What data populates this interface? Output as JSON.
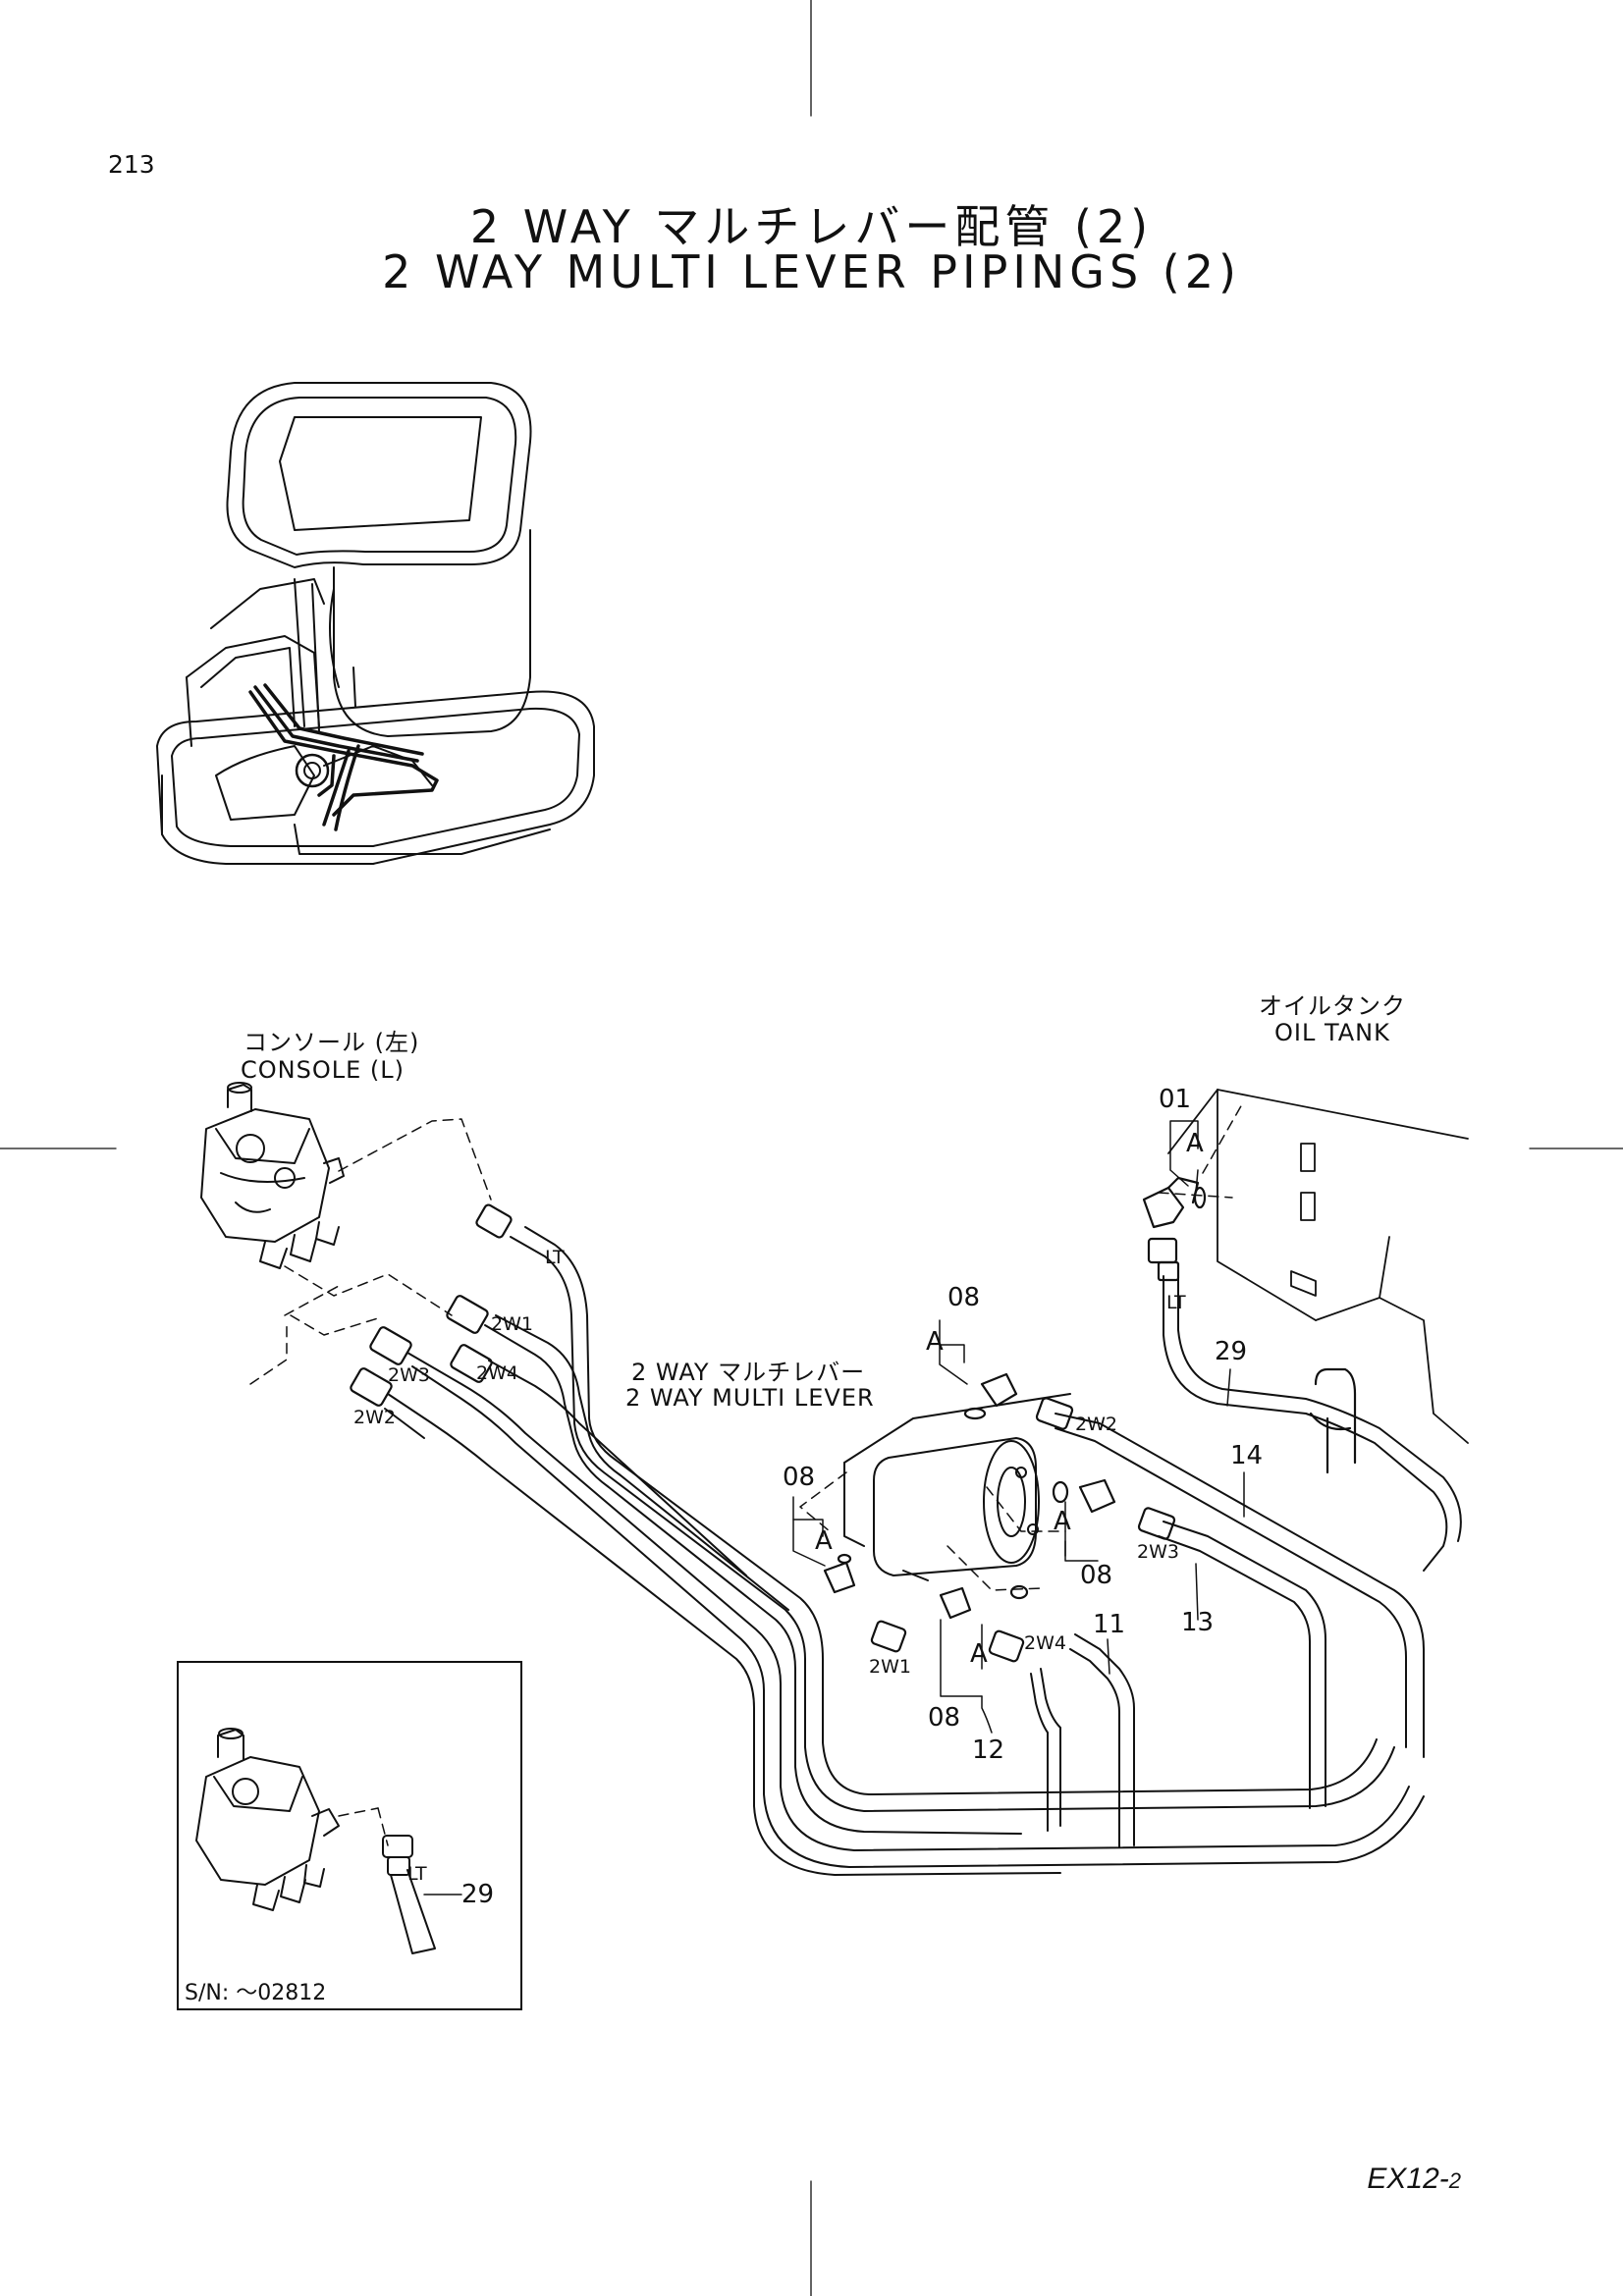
{
  "page_number": "213",
  "title_jp": "2 WAY マルチレバー配管 (2)",
  "title_en": "2 WAY MULTI LEVER PIPINGS (2)",
  "labels": {
    "console_jp": "コンソール (左)",
    "console_en": "CONSOLE (L)",
    "oil_tank_jp": "オイルタンク",
    "oil_tank_en": "OIL TANK",
    "multi_lever_jp": "2 WAY マルチレバー",
    "multi_lever_en": "2 WAY MULTI LEVER"
  },
  "callouts": {
    "c01": "01",
    "c08a": "08",
    "c08b": "08",
    "c08c": "08",
    "c08d": "08",
    "c11": "11",
    "c12": "12",
    "c13": "13",
    "c14": "14",
    "c29": "29",
    "c29_inset": "29"
  },
  "detail_marks": {
    "a1": "A",
    "a2": "A",
    "a3": "A",
    "a4": "A",
    "a5": "A"
  },
  "port_labels": {
    "lt1": "LT",
    "lt2": "LT",
    "lt_inset": "LT",
    "l2w1": "2W1",
    "l2w2": "2W2",
    "l2w3": "2W3",
    "l2w4": "2W4",
    "r2w1": "2W1",
    "r2w2": "2W2",
    "r2w3": "2W3",
    "r2w4": "2W4"
  },
  "inset": {
    "serial": "S/N:  ～02812"
  },
  "drawing_code": {
    "main": "EX12-",
    "sub": "2"
  }
}
